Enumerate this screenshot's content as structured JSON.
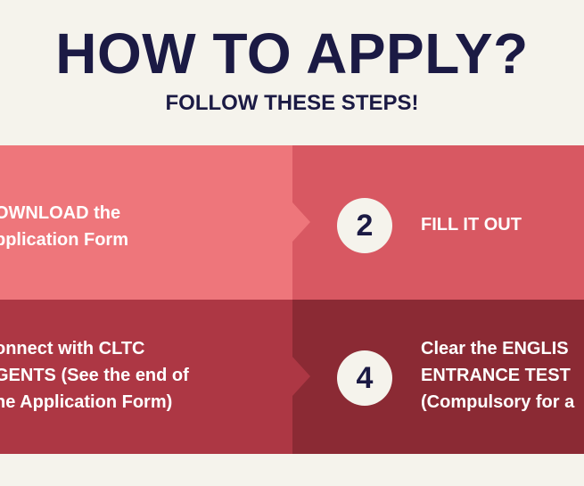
{
  "header": {
    "title": "HOW TO APPLY?",
    "subtitle": "FOLLOW THESE STEPS!"
  },
  "steps": [
    {
      "number": "",
      "lines": [
        "OWNLOAD the",
        "pplication Form"
      ]
    },
    {
      "number": "2",
      "lines": [
        "FILL IT OUT"
      ]
    },
    {
      "number": "",
      "lines": [
        "onnect with CLTC",
        "GENTS (See the end of",
        "he Application Form)"
      ]
    },
    {
      "number": "4",
      "lines": [
        "Clear the  ENGLIS",
        "ENTRANCE TEST",
        "(Compulsory for a"
      ]
    }
  ],
  "colors": {
    "background": "#f5f3ec",
    "heading": "#1b1a44",
    "step1": "#ee767b",
    "step2": "#d85862",
    "step3": "#ad3744",
    "step4": "#8b2a34"
  }
}
